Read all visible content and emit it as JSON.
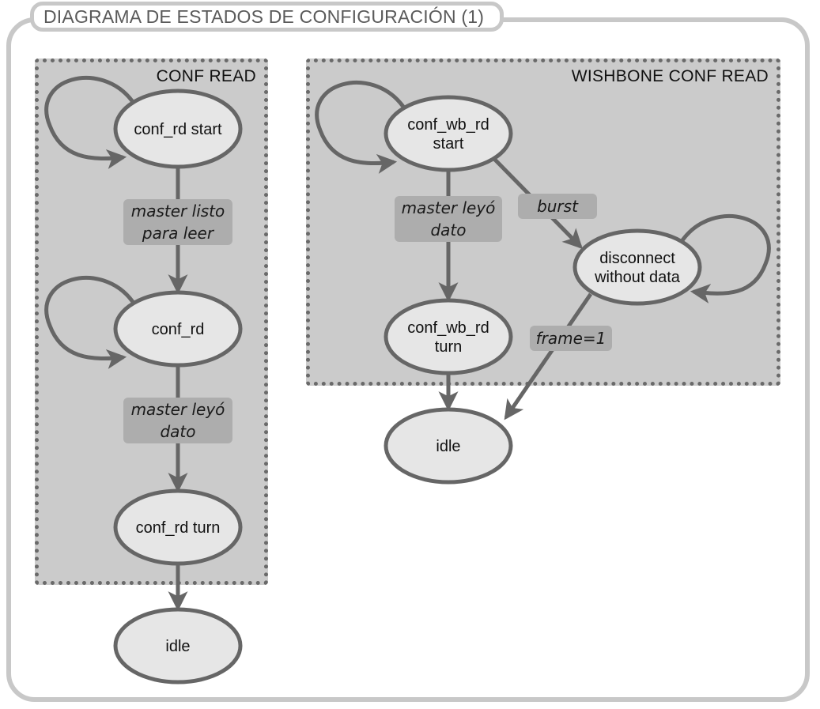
{
  "title": "DIAGRAMA DE ESTADOS DE CONFIGURACIÓN (1)",
  "colors": {
    "frame": "#c8c8c8",
    "group_fill": "#cbcbcb",
    "group_border": "#6a6a6a",
    "node_fill": "#e6e6e6",
    "node_stroke": "#666666",
    "edge": "#666666",
    "label_box": "#adadad"
  },
  "groups": [
    {
      "id": "conf-read",
      "label": "CONF READ"
    },
    {
      "id": "wishbone-conf-read",
      "label": "WISHBONE CONF READ"
    }
  ],
  "nodes": [
    {
      "id": "conf_rd_start",
      "lines": [
        "conf_rd start"
      ],
      "group": "conf-read",
      "self_loop": true
    },
    {
      "id": "conf_rd",
      "lines": [
        "conf_rd"
      ],
      "group": "conf-read",
      "self_loop": true
    },
    {
      "id": "conf_rd_turn",
      "lines": [
        "conf_rd turn"
      ],
      "group": "conf-read",
      "self_loop": false
    },
    {
      "id": "idle_1",
      "lines": [
        "idle"
      ],
      "group": null,
      "self_loop": false
    },
    {
      "id": "conf_wb_rd_start",
      "lines": [
        "conf_wb_rd",
        "start"
      ],
      "group": "wishbone-conf-read",
      "self_loop": true
    },
    {
      "id": "disconnect",
      "lines": [
        "disconnect",
        "without data"
      ],
      "group": "wishbone-conf-read",
      "self_loop": true
    },
    {
      "id": "conf_wb_rd_turn",
      "lines": [
        "conf_wb_rd",
        "turn"
      ],
      "group": "wishbone-conf-read",
      "self_loop": false
    },
    {
      "id": "idle_2",
      "lines": [
        "idle"
      ],
      "group": null,
      "self_loop": false
    }
  ],
  "edges": [
    {
      "from": "conf_rd_start",
      "to": "conf_rd",
      "label": [
        "master listo",
        "para leer"
      ]
    },
    {
      "from": "conf_rd",
      "to": "conf_rd_turn",
      "label": [
        "master leyó",
        "dato"
      ]
    },
    {
      "from": "conf_rd_turn",
      "to": "idle_1",
      "label": []
    },
    {
      "from": "conf_wb_rd_start",
      "to": "conf_wb_rd_turn",
      "label": [
        "master leyó",
        "dato"
      ]
    },
    {
      "from": "conf_wb_rd_start",
      "to": "disconnect",
      "label": [
        "burst"
      ]
    },
    {
      "from": "conf_wb_rd_turn",
      "to": "idle_2",
      "label": []
    },
    {
      "from": "disconnect",
      "to": "idle_2",
      "label": [
        "frame=1"
      ]
    }
  ]
}
